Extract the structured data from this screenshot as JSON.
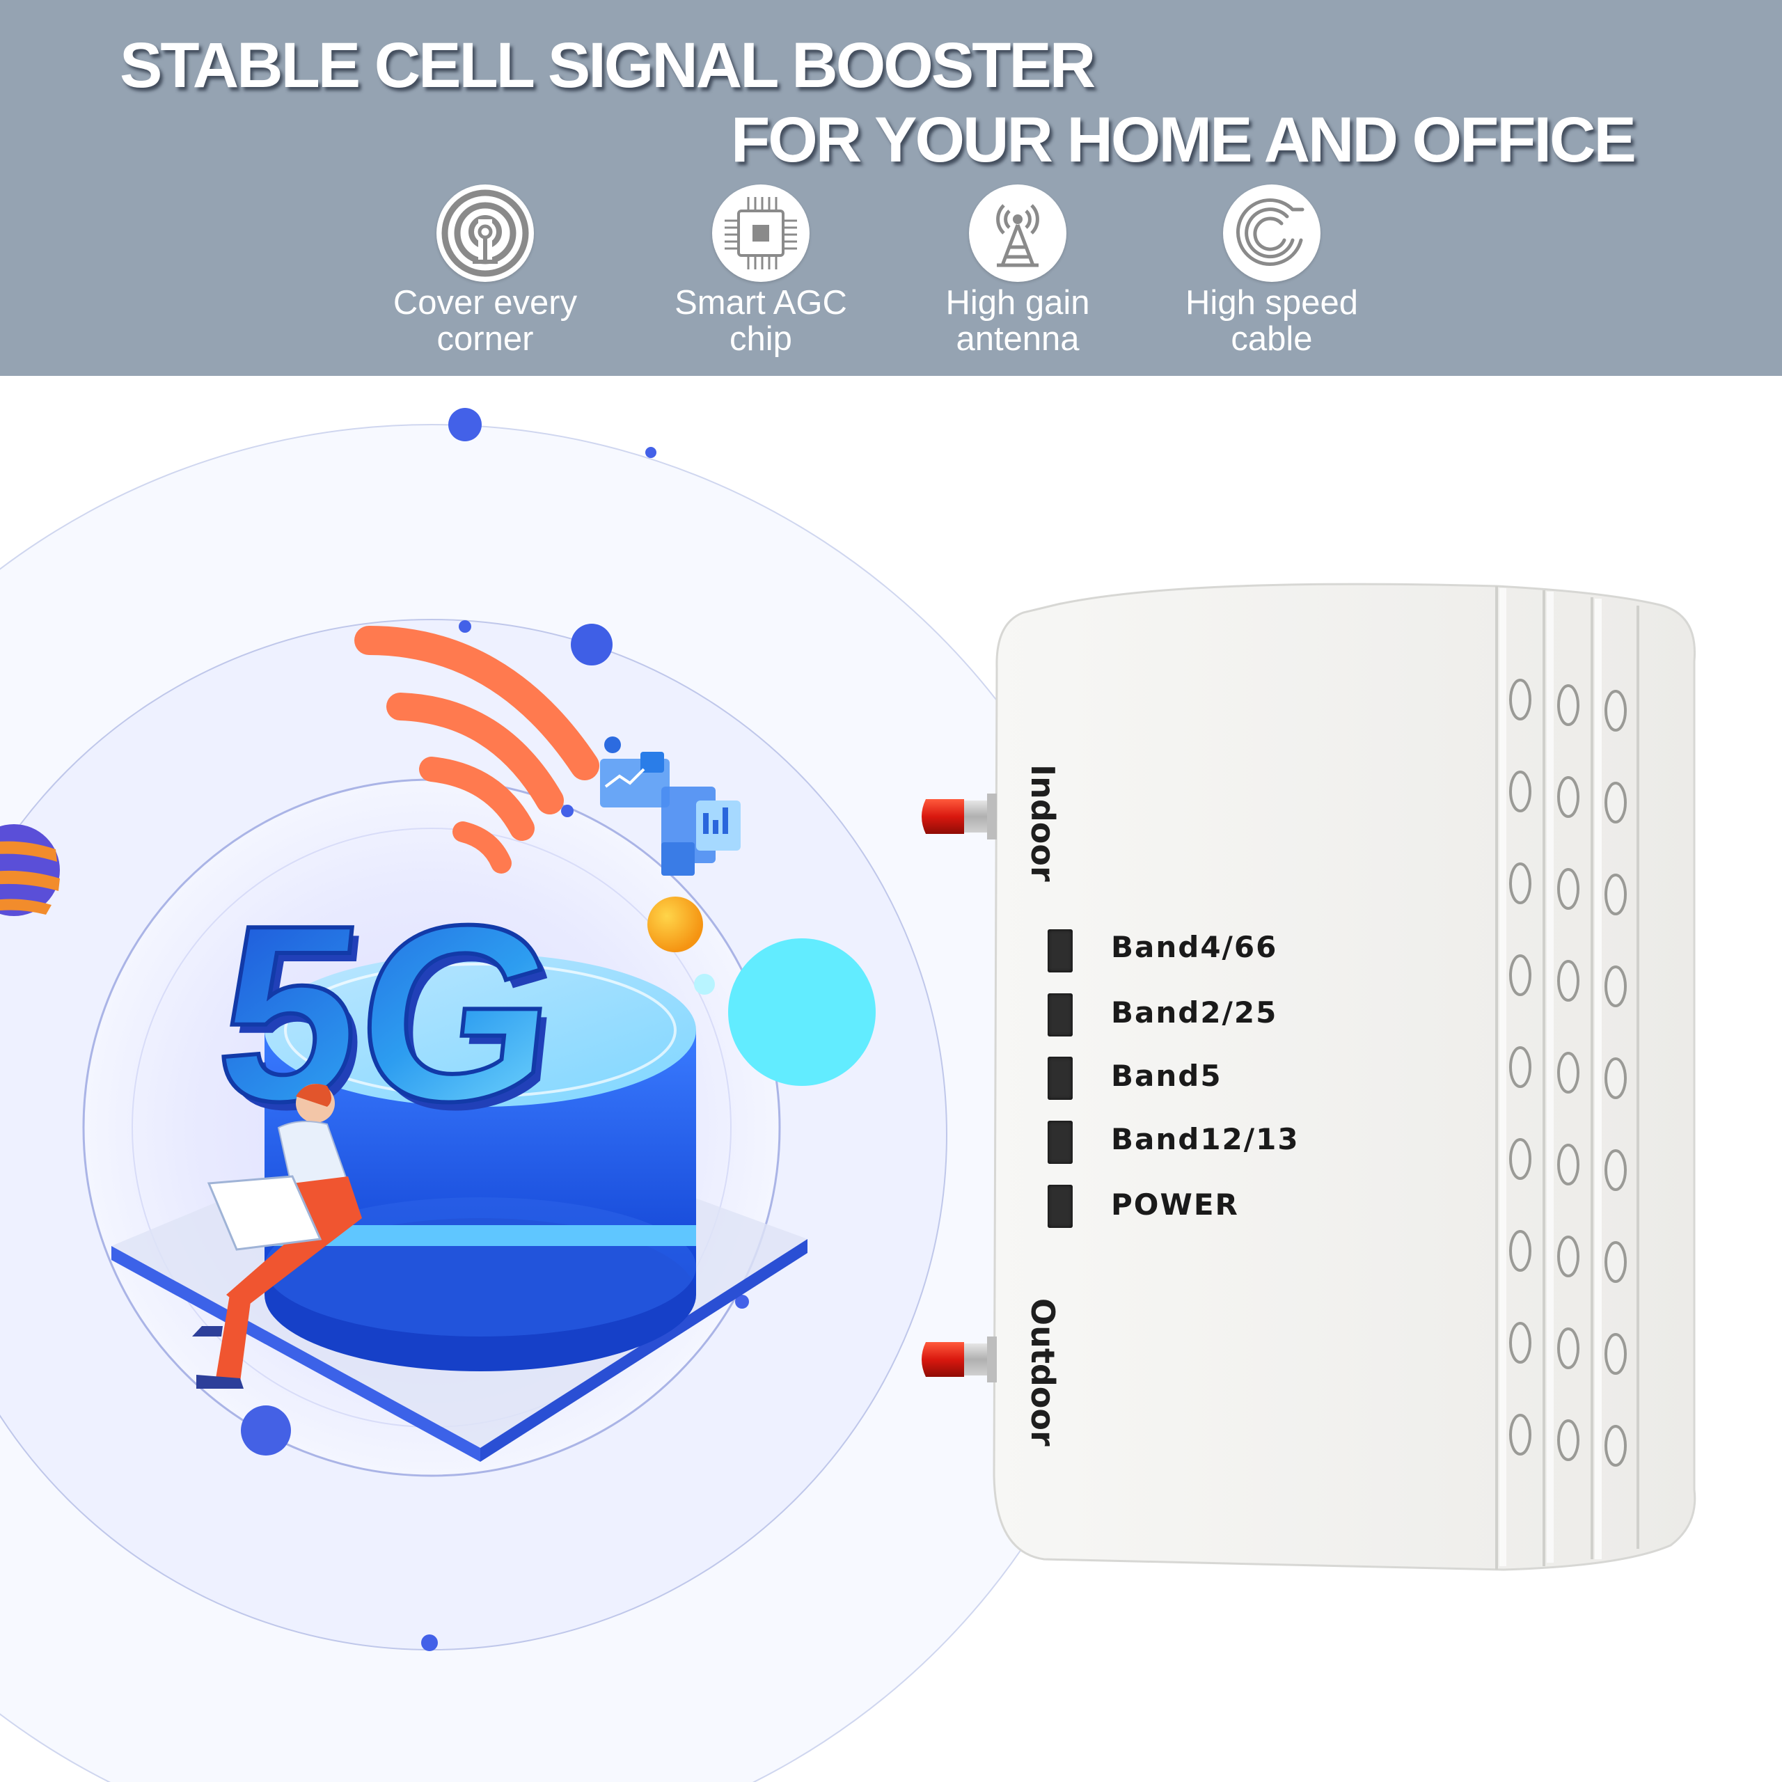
{
  "headline": {
    "line1": "STABLE CELL SIGNAL BOOSTER",
    "line2": "FOR YOUR HOME AND OFFICE"
  },
  "features": [
    {
      "icon": "signal-broadcast-icon",
      "line1": "Cover every",
      "line2": "corner"
    },
    {
      "icon": "chip-icon",
      "line1": "Smart AGC",
      "line2": "chip"
    },
    {
      "icon": "antenna-tower-icon",
      "line1": "High gain",
      "line2": "antenna"
    },
    {
      "icon": "cable-icon",
      "line1": "High speed",
      "line2": "cable"
    }
  ],
  "illustration": {
    "text": "5G"
  },
  "device": {
    "indoor_label": "Indoor",
    "outdoor_label": "Outdoor",
    "bands": [
      "Band4/66",
      "Band2/25",
      "Band5",
      "Band12/13",
      "POWER"
    ]
  },
  "colors": {
    "header_bg": "#95a3b2",
    "antenna_red": "#e0241a",
    "device_body": "#f3f3f1"
  }
}
